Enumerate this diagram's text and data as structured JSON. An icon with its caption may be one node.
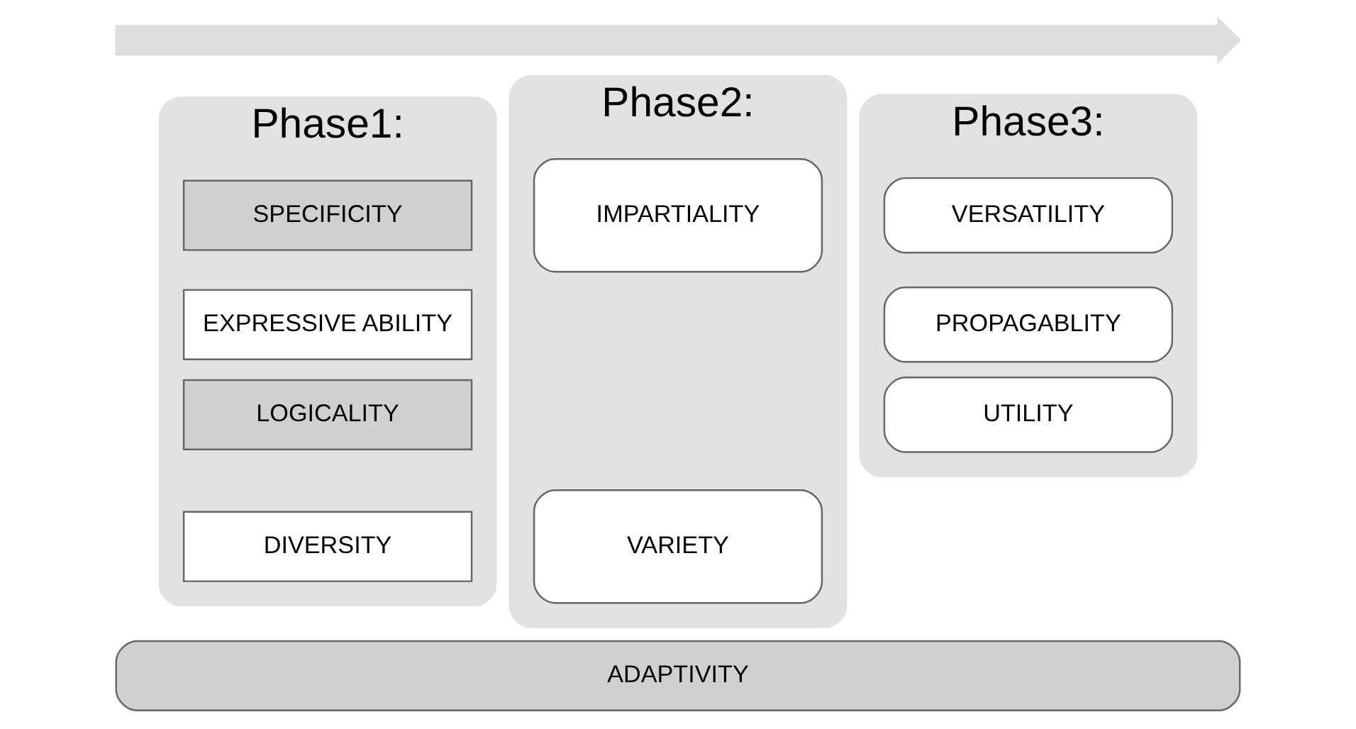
{
  "diagram": {
    "nodes": [
      {
        "text": [],
        "shape": "arrow"
      },
      {
        "text": [
          "Phase1:"
        ]
      },
      {
        "text": [
          "SPECIFICITY"
        ],
        "in": 1
      },
      {
        "text": [
          "EXPRESSIVE ABILITY"
        ],
        "in": 1
      },
      {
        "text": [
          "LOGICALITY"
        ],
        "in": 1
      },
      {
        "text": [
          "DIVERSITY"
        ],
        "in": 1
      },
      {
        "text": [
          "Phase2:"
        ]
      },
      {
        "text": [
          "IMPARTIALITY"
        ],
        "in": 6
      },
      {
        "text": [
          "VARIETY"
        ],
        "in": 6
      },
      {
        "text": [
          "Phase3:"
        ]
      },
      {
        "text": [
          "VERSATILITY"
        ],
        "in": 9
      },
      {
        "text": [
          "PROPAGABLITY"
        ],
        "in": 9
      },
      {
        "text": [
          "UTILITY"
        ],
        "in": 9
      },
      {
        "text": [
          "ADAPTIVITY"
        ]
      }
    ]
  }
}
